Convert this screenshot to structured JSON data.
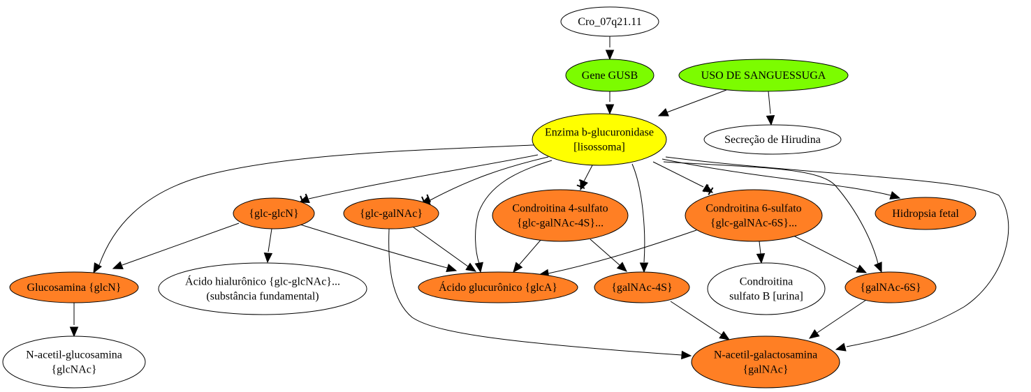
{
  "colors": {
    "green": "#7cfc00",
    "yellow": "#ffff00",
    "orange": "#ff7f24",
    "white": "#ffffff",
    "stroke": "#000000"
  },
  "nodes": {
    "cro": {
      "lines": [
        "Cro_07q21.11"
      ],
      "fill": "white"
    },
    "gusb": {
      "lines": [
        "Gene GUSB"
      ],
      "fill": "green"
    },
    "sangue": {
      "lines": [
        "USO DE SANGUESSUGA"
      ],
      "fill": "green"
    },
    "enzima": {
      "lines": [
        "Enzima b-glucuronidase",
        "[lisossoma]"
      ],
      "fill": "yellow"
    },
    "hirudina": {
      "lines": [
        "Secreção de Hirudina"
      ],
      "fill": "white"
    },
    "glcglcn": {
      "lines": [
        "{glc-glcN}"
      ],
      "fill": "orange"
    },
    "glcgalnac": {
      "lines": [
        "{glc-galNAc}"
      ],
      "fill": "orange"
    },
    "cond4": {
      "lines": [
        "Condroitina 4-sulfato",
        "{glc-galNAc-4S}..."
      ],
      "fill": "orange"
    },
    "cond6": {
      "lines": [
        "Condroitina 6-sulfato",
        "{glc-galNAc-6S}..."
      ],
      "fill": "orange"
    },
    "hidropsia": {
      "lines": [
        "Hidropsia fetal"
      ],
      "fill": "orange"
    },
    "glucosamina": {
      "lines": [
        "Glucosamina {glcN}"
      ],
      "fill": "orange"
    },
    "hialuronico": {
      "lines": [
        "Ácido hialurônico {glc-glcNAc}...",
        "(substância fundamental)"
      ],
      "fill": "white"
    },
    "glcA": {
      "lines": [
        "Ácido glucurônico {glcA}"
      ],
      "fill": "orange"
    },
    "galnac4s": {
      "lines": [
        "{galNAc-4S}"
      ],
      "fill": "orange"
    },
    "condB": {
      "lines": [
        "Condroitina",
        "sulfato B [urina]"
      ],
      "fill": "white"
    },
    "galnac6s": {
      "lines": [
        "{galNAc-6S}"
      ],
      "fill": "orange"
    },
    "nacglc": {
      "lines": [
        "N-acetil-glucosamina",
        "{glcNAc}"
      ],
      "fill": "white"
    },
    "nacgal": {
      "lines": [
        "N-acetil-galactosamina",
        "{galNAc}"
      ],
      "fill": "orange"
    }
  },
  "edges": [
    {
      "from": "cro",
      "to": "gusb"
    },
    {
      "from": "gusb",
      "to": "enzima"
    },
    {
      "from": "sangue",
      "to": "enzima"
    },
    {
      "from": "sangue",
      "to": "hirudina"
    },
    {
      "from": "enzima",
      "to": "glucosamina"
    },
    {
      "from": "enzima",
      "to": "glcglcn",
      "style": "tee"
    },
    {
      "from": "enzima",
      "to": "glcgalnac",
      "style": "tee"
    },
    {
      "from": "enzima",
      "to": "glcA"
    },
    {
      "from": "enzima",
      "to": "cond4",
      "style": "tee"
    },
    {
      "from": "enzima",
      "to": "galnac4s"
    },
    {
      "from": "enzima",
      "to": "cond6",
      "style": "tee"
    },
    {
      "from": "enzima",
      "to": "galnac6s"
    },
    {
      "from": "enzima",
      "to": "hidropsia"
    },
    {
      "from": "enzima",
      "to": "nacgal"
    },
    {
      "from": "glcglcn",
      "to": "glucosamina"
    },
    {
      "from": "glcglcn",
      "to": "hialuronico"
    },
    {
      "from": "glcglcn",
      "to": "glcA"
    },
    {
      "from": "glcgalnac",
      "to": "glcA"
    },
    {
      "from": "glcgalnac",
      "to": "nacgal"
    },
    {
      "from": "cond4",
      "to": "glcA"
    },
    {
      "from": "cond4",
      "to": "galnac4s"
    },
    {
      "from": "cond6",
      "to": "glcA"
    },
    {
      "from": "cond6",
      "to": "condB"
    },
    {
      "from": "cond6",
      "to": "galnac6s"
    },
    {
      "from": "glucosamina",
      "to": "nacglc"
    },
    {
      "from": "galnac4s",
      "to": "nacgal"
    },
    {
      "from": "galnac6s",
      "to": "nacgal"
    }
  ]
}
